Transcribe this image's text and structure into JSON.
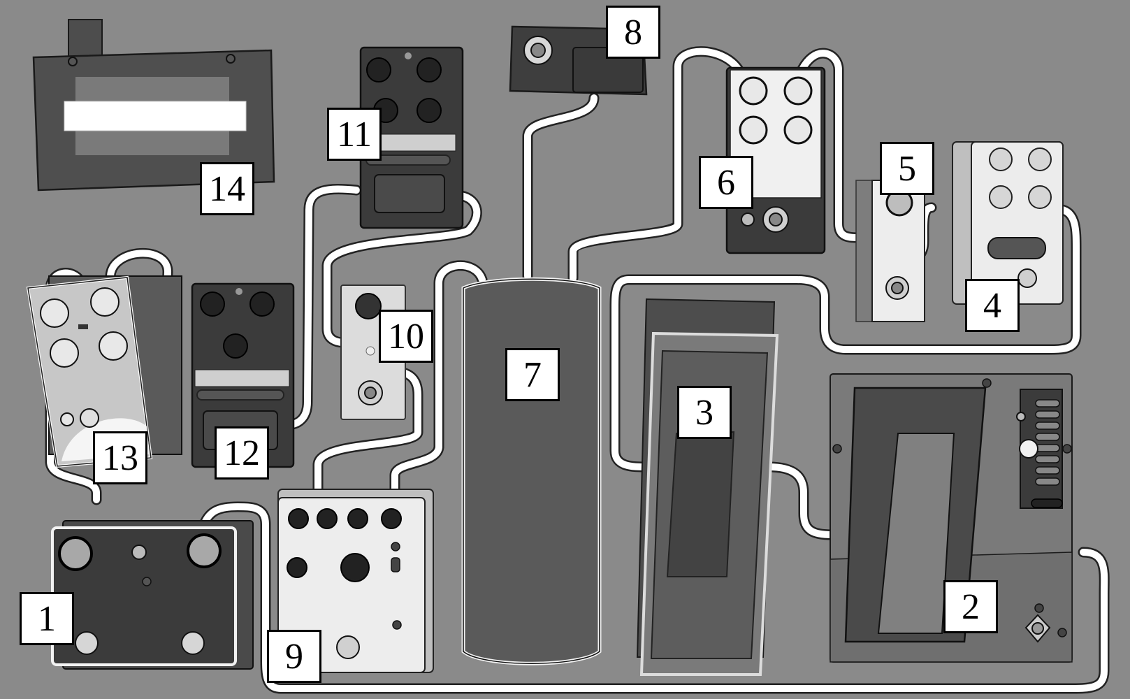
{
  "palette": {
    "board": "#8a8a8a",
    "cable": "#ffffff",
    "outline": "#1a1a1a",
    "dark_pedal": "#3b3b3b",
    "mid_pedal": "#5a5a5a",
    "light_pedal": "#dadada",
    "white": "#f2f2f2"
  },
  "icons": [
    "knob-icon",
    "footswitch-icon",
    "led-icon",
    "toggle-switch-icon",
    "slider-icon",
    "display-icon",
    "screw-icon"
  ],
  "labels": {
    "l1": "1",
    "l2": "2",
    "l3": "3",
    "l4": "4",
    "l5": "5",
    "l6": "6",
    "l7": "7",
    "l8": "8",
    "l9": "9",
    "l10": "10",
    "l11": "11",
    "l12": "12",
    "l13": "13",
    "l14": "14"
  }
}
